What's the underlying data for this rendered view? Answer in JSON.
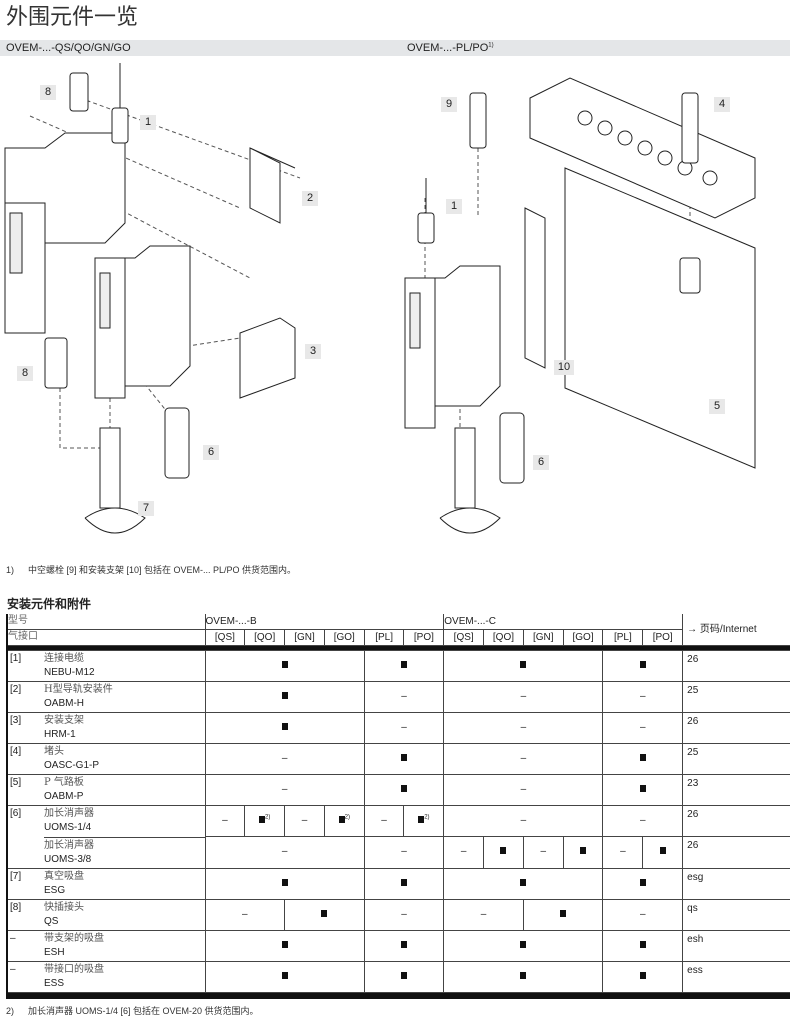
{
  "title": "外围元件一览",
  "bar": {
    "left": "OVEM-...-QS/QO/GN/GO",
    "right": "OVEM-...-PL/PO",
    "right_sup": "1)"
  },
  "callouts_left": [
    "8",
    "1",
    "2",
    "3",
    "8",
    "6",
    "7"
  ],
  "callouts_right": [
    "9",
    "4",
    "1",
    "10",
    "5",
    "6"
  ],
  "footnote1": {
    "mark": "1)",
    "text": "中空螺栓 [9] 和安装支架 [10] 包括在 OVEM-... PL/PO 供货范围内。"
  },
  "section_title": "安装元件和附件",
  "header": {
    "type_label": "型号",
    "port_label": "气接口",
    "group_b": "OVEM-...-B",
    "group_c": "OVEM-...-C",
    "page_label": "→ 页码/Internet",
    "ports": [
      "[QS]",
      "[QO]",
      "[GN]",
      "[GO]",
      "[PL]",
      "[PO]",
      "[QS]",
      "[QO]",
      "[GN]",
      "[GO]",
      "[PL]",
      "[PO]"
    ]
  },
  "rows": [
    {
      "num": "[1]",
      "name": "连接电缆",
      "code": "NEBU-M12",
      "page": "26",
      "cells": [
        [
          4,
          "■"
        ],
        [
          2,
          "■"
        ],
        [
          4,
          "■"
        ],
        [
          2,
          "■"
        ]
      ]
    },
    {
      "num": "[2]",
      "name": "H型导轨安装件",
      "code": "OABM-H",
      "page": "25",
      "cells": [
        [
          4,
          "■"
        ],
        [
          2,
          "–"
        ],
        [
          4,
          "–"
        ],
        [
          2,
          "–"
        ]
      ]
    },
    {
      "num": "[3]",
      "name": "安装支架",
      "code": "HRM-1",
      "page": "26",
      "cells": [
        [
          4,
          "■"
        ],
        [
          2,
          "–"
        ],
        [
          4,
          "–"
        ],
        [
          2,
          "–"
        ]
      ]
    },
    {
      "num": "[4]",
      "name": "堵头",
      "code": "OASC-G1-P",
      "page": "25",
      "cells": [
        [
          4,
          "–"
        ],
        [
          2,
          "■"
        ],
        [
          4,
          "–"
        ],
        [
          2,
          "■"
        ]
      ]
    },
    {
      "num": "[5]",
      "name": "P 气路板",
      "code": "OABM-P",
      "page": "23",
      "cells": [
        [
          4,
          "–"
        ],
        [
          2,
          "■"
        ],
        [
          4,
          "–"
        ],
        [
          2,
          "■"
        ]
      ]
    },
    {
      "num": "[6]",
      "name": "加长消声器",
      "code": "UOMS-1/4",
      "page": "26",
      "cells": [
        [
          1,
          "–"
        ],
        [
          1,
          "■",
          "2)"
        ],
        [
          1,
          "–"
        ],
        [
          1,
          "■",
          "2)"
        ],
        [
          1,
          "–"
        ],
        [
          1,
          "■",
          "2)"
        ],
        [
          4,
          "–"
        ],
        [
          2,
          "–"
        ]
      ]
    },
    {
      "num": "",
      "name": "加长消声器",
      "code": "UOMS-3/8",
      "page": "26",
      "cells": [
        [
          4,
          "–"
        ],
        [
          2,
          "–"
        ],
        [
          1,
          "–"
        ],
        [
          1,
          "■"
        ],
        [
          1,
          "–"
        ],
        [
          1,
          "■"
        ],
        [
          1,
          "–"
        ],
        [
          1,
          "■"
        ]
      ]
    },
    {
      "num": "[7]",
      "name": "真空吸盘",
      "code": "ESG",
      "page": "esg",
      "cells": [
        [
          4,
          "■"
        ],
        [
          2,
          "■"
        ],
        [
          4,
          "■"
        ],
        [
          2,
          "■"
        ]
      ]
    },
    {
      "num": "[8]",
      "name": "快插接头",
      "code": "QS",
      "page": "qs",
      "cells": [
        [
          2,
          "–"
        ],
        [
          2,
          "■"
        ],
        [
          2,
          "–"
        ],
        [
          2,
          "–"
        ],
        [
          2,
          "■"
        ],
        [
          2,
          "–"
        ]
      ]
    },
    {
      "num": "–",
      "name": "带支架的吸盘",
      "code": "ESH",
      "page": "esh",
      "cells": [
        [
          4,
          "■"
        ],
        [
          2,
          "■"
        ],
        [
          4,
          "■"
        ],
        [
          2,
          "■"
        ]
      ]
    },
    {
      "num": "–",
      "name": "带接口的吸盘",
      "code": "ESS",
      "page": "ess",
      "cells": [
        [
          4,
          "■"
        ],
        [
          2,
          "■"
        ],
        [
          4,
          "■"
        ],
        [
          2,
          "■"
        ]
      ]
    }
  ],
  "footnote2": {
    "mark": "2)",
    "text": "加长消声器 UOMS-1/4 [6] 包括在 OVEM-20 供货范围内。"
  }
}
